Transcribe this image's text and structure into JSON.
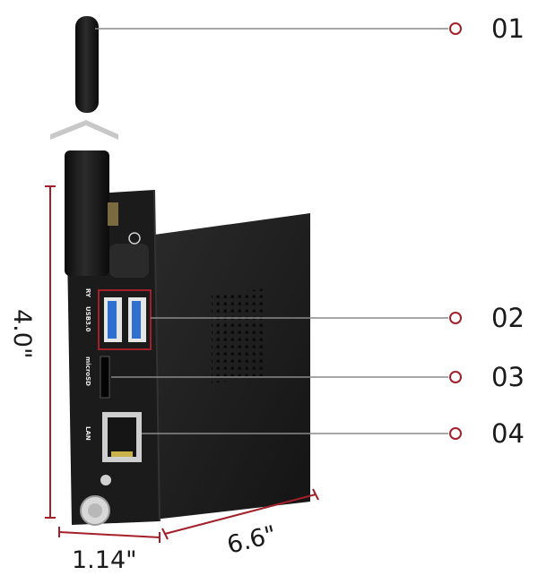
{
  "callouts": [
    {
      "number": "01"
    },
    {
      "number": "02"
    },
    {
      "number": "03"
    },
    {
      "number": "04"
    }
  ],
  "dimensions": {
    "height": "4.0\"",
    "depth": "1.14\"",
    "length": "6.6\""
  },
  "port_labels": {
    "usb": "USB3.0",
    "partial": "RY",
    "microsd": "microSD",
    "lan": "LAN"
  },
  "colors": {
    "accent": "#a3202a",
    "leader": "#8a8a8a",
    "chassis": "#1e1e1e",
    "usb_blue": "#2e6fd0"
  }
}
